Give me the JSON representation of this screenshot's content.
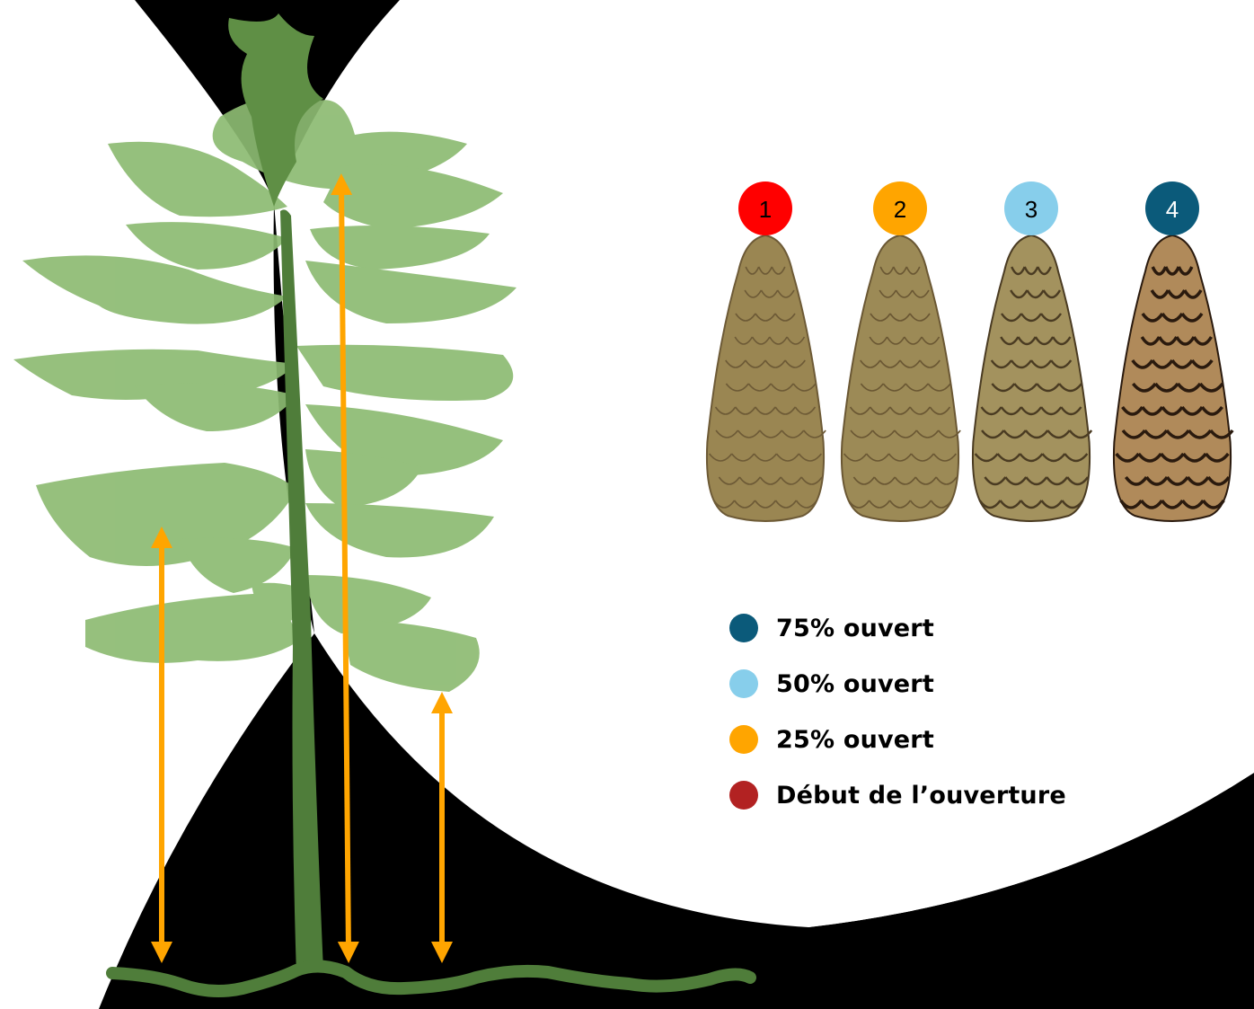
{
  "cones": [
    {
      "number": "1",
      "badge_color": "#ff0000",
      "text_color": "#000000",
      "scale_color": "#9a8652",
      "gap_color": "#6d5a36"
    },
    {
      "number": "2",
      "badge_color": "#ffa500",
      "text_color": "#000000",
      "scale_color": "#9c8a56",
      "gap_color": "#6a5733"
    },
    {
      "number": "3",
      "badge_color": "#87ceeb",
      "text_color": "#000000",
      "scale_color": "#a3925e",
      "gap_color": "#4a3b22"
    },
    {
      "number": "4",
      "badge_color": "#0b5a7a",
      "text_color": "#ffffff",
      "scale_color": "#b08a5a",
      "gap_color": "#2a1a0e"
    }
  ],
  "legend": [
    {
      "label": "75% ouvert",
      "color": "#0b5a7a"
    },
    {
      "label": "50% ouvert",
      "color": "#87ceeb"
    },
    {
      "label": "25% ouvert",
      "color": "#ffa500"
    },
    {
      "label": "Début de l’ouverture",
      "color": "#b22222"
    }
  ],
  "colors": {
    "background": "#000000",
    "lens": "#ffffff",
    "foliage": "#8dbb72",
    "trunk": "#4f7d3a",
    "ground": "#4f7d3a",
    "arrow": "#ffa500"
  },
  "icons": {
    "arrow": "double-headed-vertical-arrow",
    "tree": "pine-tree-silhouette",
    "cone": "pine-cone"
  }
}
